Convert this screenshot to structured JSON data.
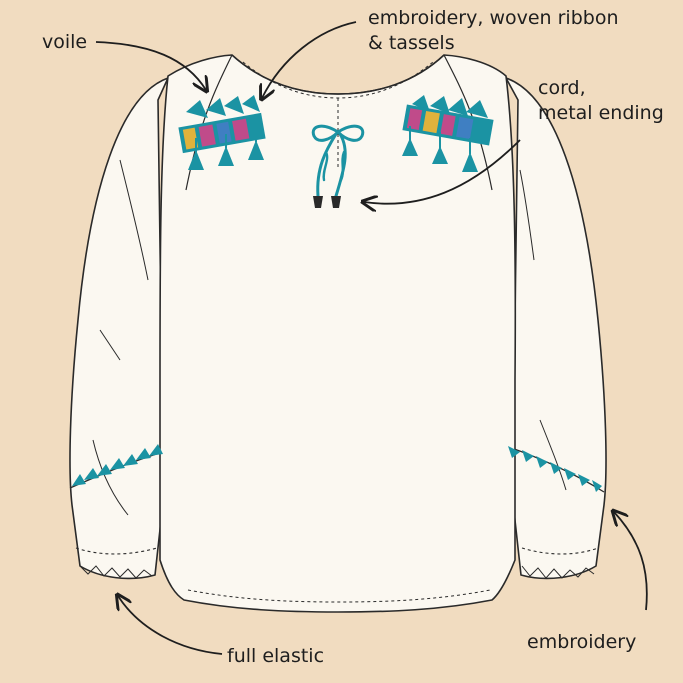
{
  "labels": {
    "voile": "voile",
    "embroidery_ribbon_line1": "embroidery, woven ribbon",
    "embroidery_ribbon_line2": "& tassels",
    "cord_line1": "cord,",
    "cord_line2": "metal ending",
    "full_elastic": "full elastic",
    "embroidery": "embroidery"
  },
  "colors": {
    "background": "#f1dcc0",
    "garment": "#fbf8f1",
    "outline": "#2a2a2a",
    "teal": "#1b93a3",
    "ribbon_pink": "#c04b8a",
    "ribbon_gold": "#e0b23c",
    "ribbon_blue": "#3f7fc2"
  }
}
